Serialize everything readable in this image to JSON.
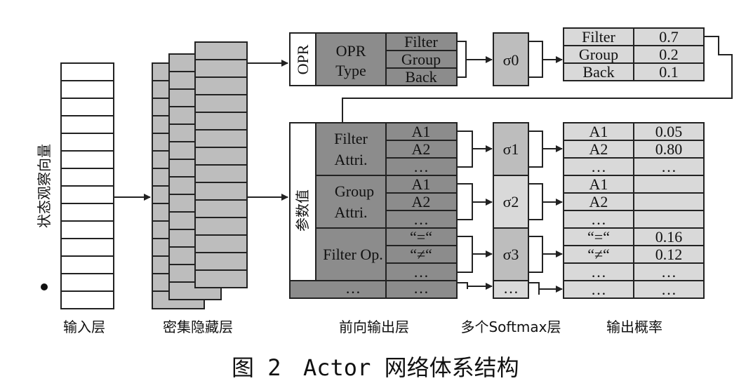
{
  "labels": {
    "input_vector": "状态观察向量",
    "input_layer": "输入层",
    "dense_layer": "密集隐藏层",
    "forward_layer": "前向输出层",
    "softmax_layer": "多个Softmax层",
    "output_prob": "输出概率",
    "param_value": "参数值",
    "opr": "OPR",
    "opr_type_1": "OPR",
    "opr_type_2": "Type",
    "filter_attr_1": "Filter",
    "filter_attr_2": "Attri.",
    "group_attr_1": "Group",
    "group_attr_2": "Attri.",
    "filter_op": "Filter Op."
  },
  "opr_options": [
    "Filter",
    "Group",
    "Back"
  ],
  "sigma": [
    "σ0",
    "σ1",
    "σ2",
    "σ3",
    "…"
  ],
  "opr_probs": [
    {
      "name": "Filter",
      "value": "0.7"
    },
    {
      "name": "Group",
      "value": "0.2"
    },
    {
      "name": "Back",
      "value": "0.1"
    }
  ],
  "filter_attr_items": [
    "A1",
    "A2",
    "…"
  ],
  "group_attr_items": [
    "A1",
    "A2",
    "…"
  ],
  "filter_op_items": [
    "“=“",
    "“≠“",
    "…"
  ],
  "ellipsis": "…",
  "prob_rows": [
    {
      "name": "A1",
      "value": "0.05"
    },
    {
      "name": "A2",
      "value": "0.80"
    },
    {
      "name": "…",
      "value": "…"
    },
    {
      "name": "A1",
      "value": ""
    },
    {
      "name": "A2",
      "value": ""
    },
    {
      "name": "…",
      "value": ""
    },
    {
      "name": "“=“",
      "value": "0.16"
    },
    {
      "name": "“≠“",
      "value": "0.12"
    },
    {
      "name": "…",
      "value": "…"
    },
    {
      "name": "…",
      "value": "…"
    }
  ],
  "caption": {
    "prefix": "图 2",
    "title": "Actor 网络体系结构"
  }
}
